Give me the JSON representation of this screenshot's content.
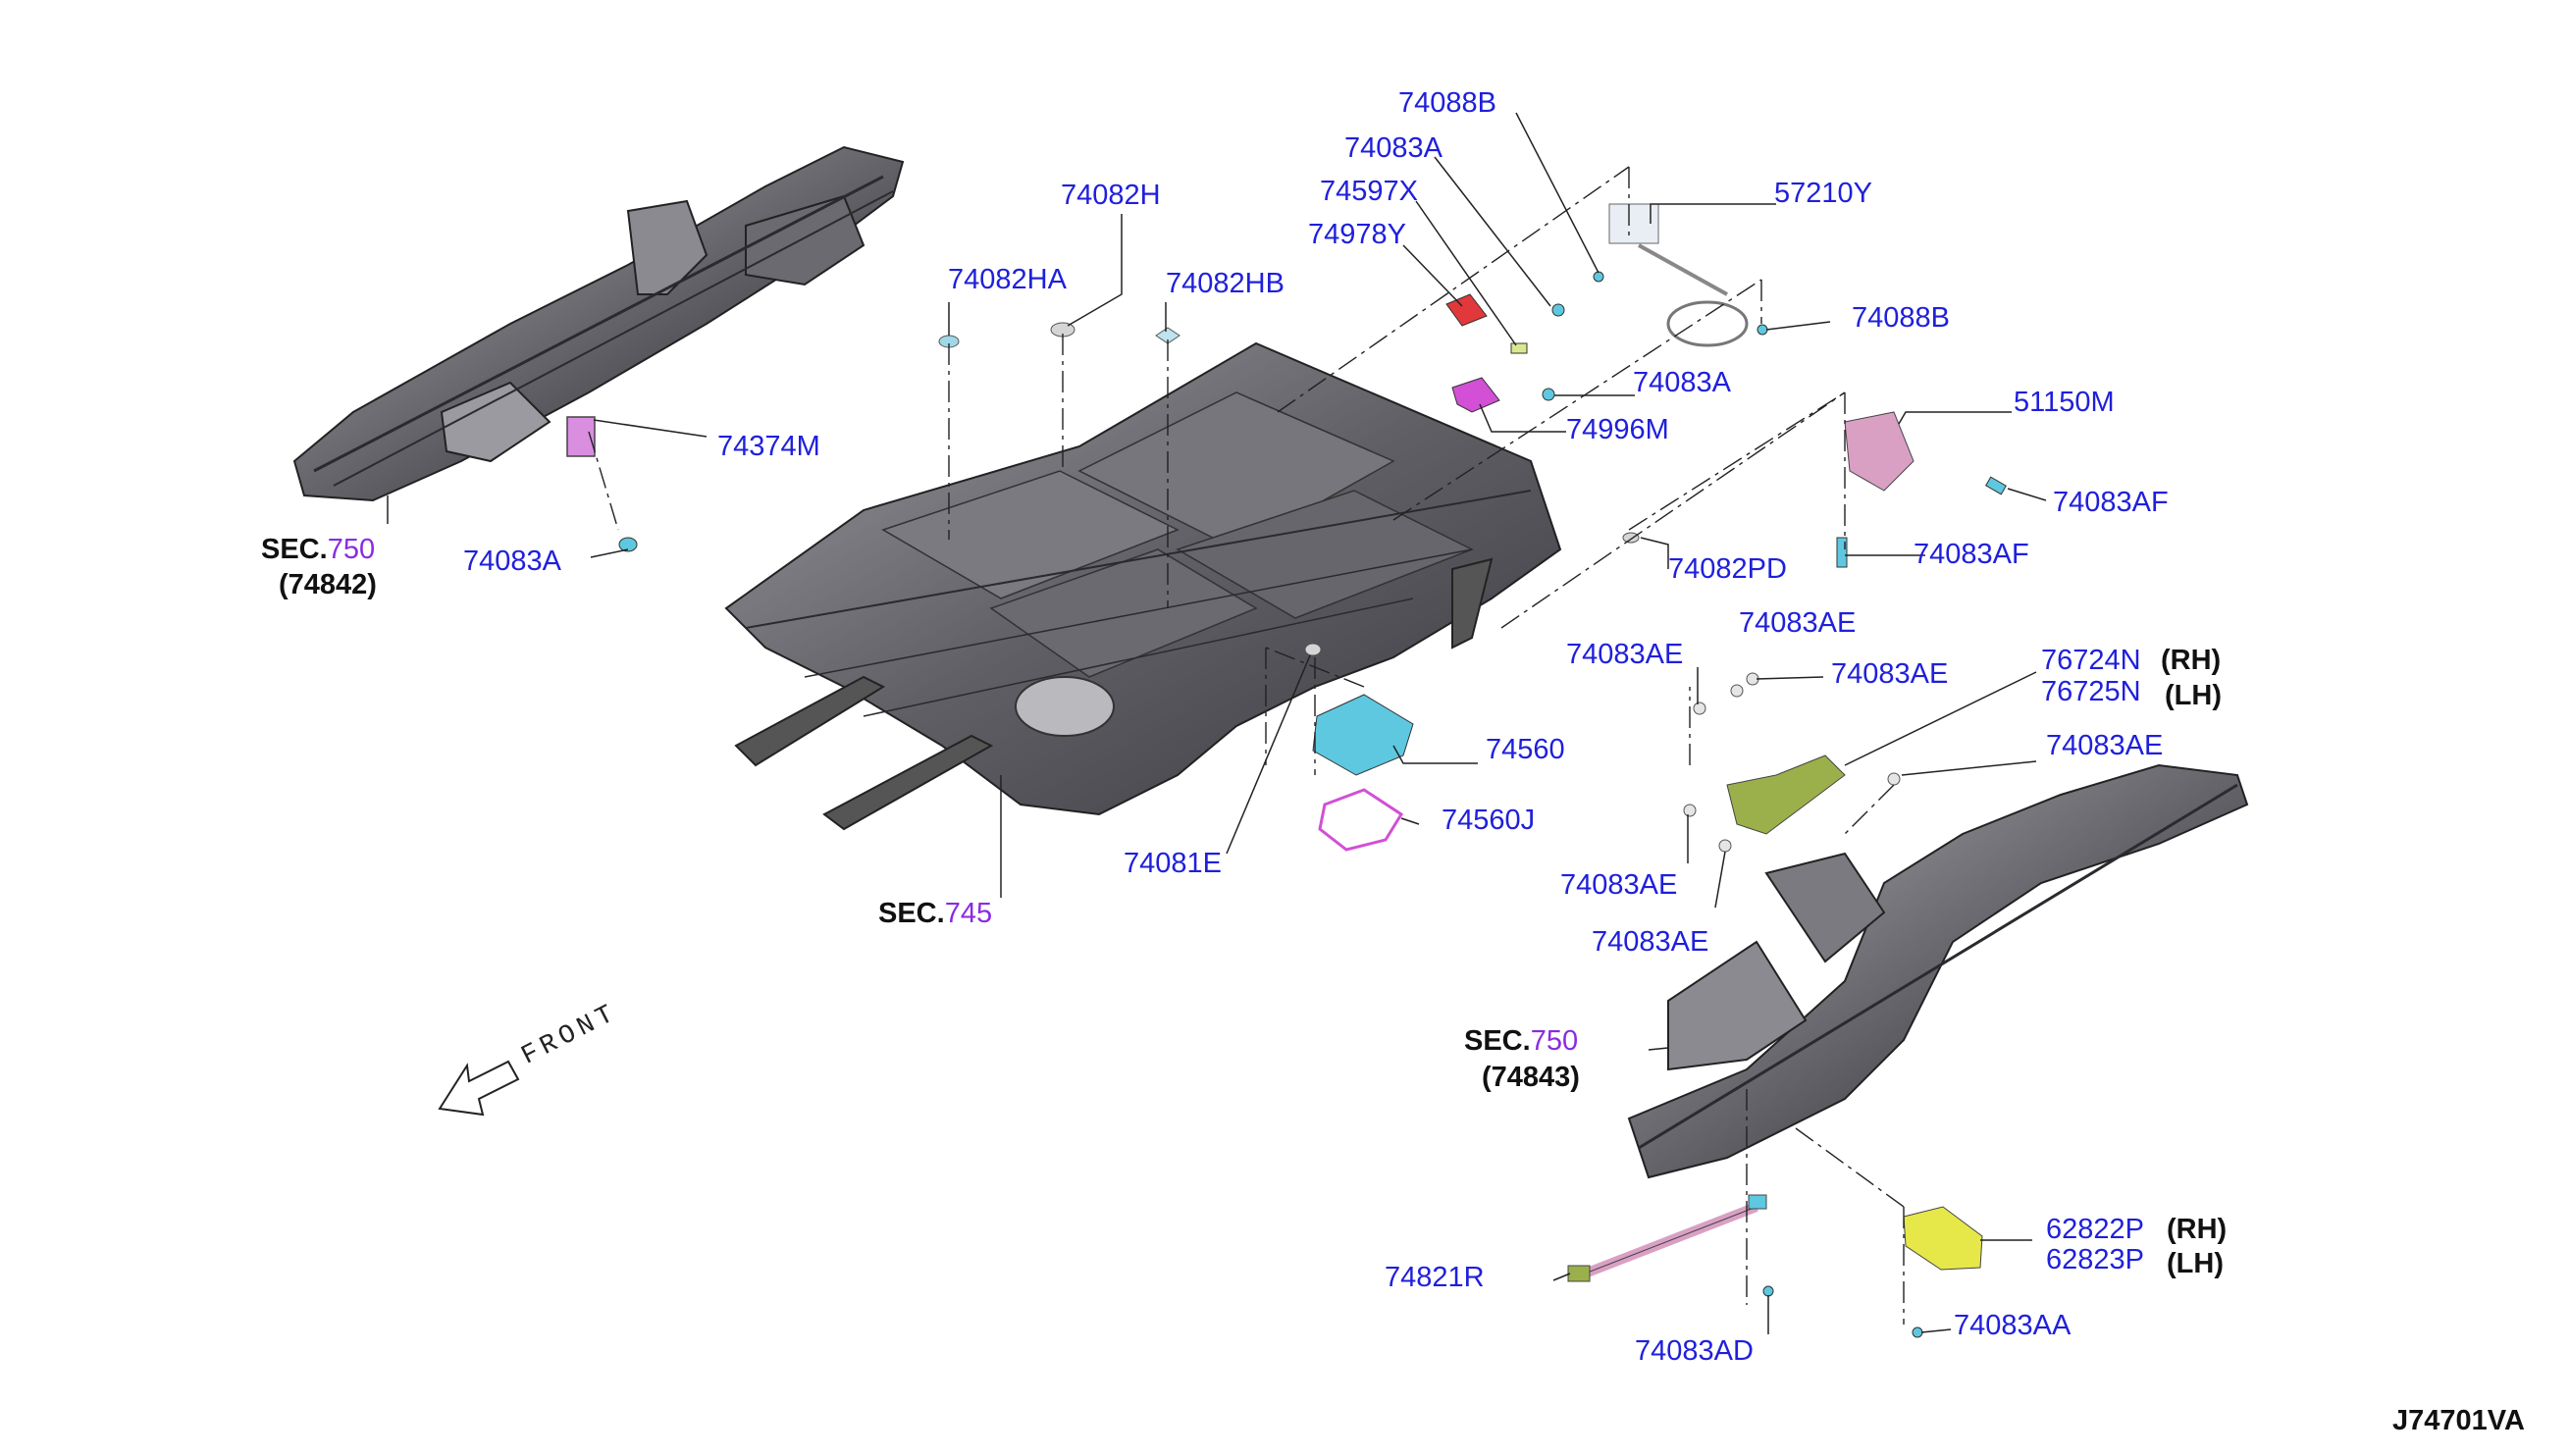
{
  "diagram": {
    "code": "J74701VA",
    "front_label": "FRONT",
    "colors": {
      "part_label": "#1f1fdc",
      "section_number": "#8a2be2",
      "panel_fill": "#6e6e72",
      "cyan_part": "#5ec8e0",
      "magenta_part": "#d24fd6",
      "pink_part": "#d9a0c4",
      "red_part": "#e0383b",
      "green_part": "#9bb04a",
      "yellow_part": "#e6e84a"
    },
    "sections": [
      {
        "id": "sec-left-frame",
        "prefix": "SEC.",
        "number": "750",
        "sub": "(74842)"
      },
      {
        "id": "sec-floor",
        "prefix": "SEC.",
        "number": "745",
        "sub": ""
      },
      {
        "id": "sec-right-frame",
        "prefix": "SEC.",
        "number": "750",
        "sub": "(74843)"
      }
    ],
    "parts": [
      {
        "id": "74088B-top",
        "label": "74088B"
      },
      {
        "id": "74083A-top",
        "label": "74083A"
      },
      {
        "id": "74597X",
        "label": "74597X"
      },
      {
        "id": "74978Y",
        "label": "74978Y"
      },
      {
        "id": "74082H",
        "label": "74082H"
      },
      {
        "id": "74082HA",
        "label": "74082HA"
      },
      {
        "id": "74082HB",
        "label": "74082HB"
      },
      {
        "id": "57210Y",
        "label": "57210Y"
      },
      {
        "id": "74088B-right",
        "label": "74088B"
      },
      {
        "id": "74083A-mid",
        "label": "74083A"
      },
      {
        "id": "74996M",
        "label": "74996M"
      },
      {
        "id": "51150M",
        "label": "51150M"
      },
      {
        "id": "74083AF-1",
        "label": "74083AF"
      },
      {
        "id": "74083AF-2",
        "label": "74083AF"
      },
      {
        "id": "74082PD",
        "label": "74082PD"
      },
      {
        "id": "74374M",
        "label": "74374M"
      },
      {
        "id": "74083A-left",
        "label": "74083A"
      },
      {
        "id": "74083AE-1",
        "label": "74083AE"
      },
      {
        "id": "74083AE-2",
        "label": "74083AE"
      },
      {
        "id": "74083AE-3",
        "label": "74083AE"
      },
      {
        "id": "76724N",
        "label": "76724N"
      },
      {
        "id": "76725N",
        "label": "76725N"
      },
      {
        "id": "74083AE-4",
        "label": "74083AE"
      },
      {
        "id": "74560",
        "label": "74560"
      },
      {
        "id": "74560J",
        "label": "74560J"
      },
      {
        "id": "74081E",
        "label": "74081E"
      },
      {
        "id": "74083AE-5",
        "label": "74083AE"
      },
      {
        "id": "74083AE-6",
        "label": "74083AE"
      },
      {
        "id": "62822P",
        "label": "62822P"
      },
      {
        "id": "62823P",
        "label": "62823P"
      },
      {
        "id": "74821R",
        "label": "74821R"
      },
      {
        "id": "74083AD",
        "label": "74083AD"
      },
      {
        "id": "74083AA",
        "label": "74083AA"
      }
    ],
    "side_tags": {
      "rh": "(RH)",
      "lh": "(LH)"
    }
  }
}
